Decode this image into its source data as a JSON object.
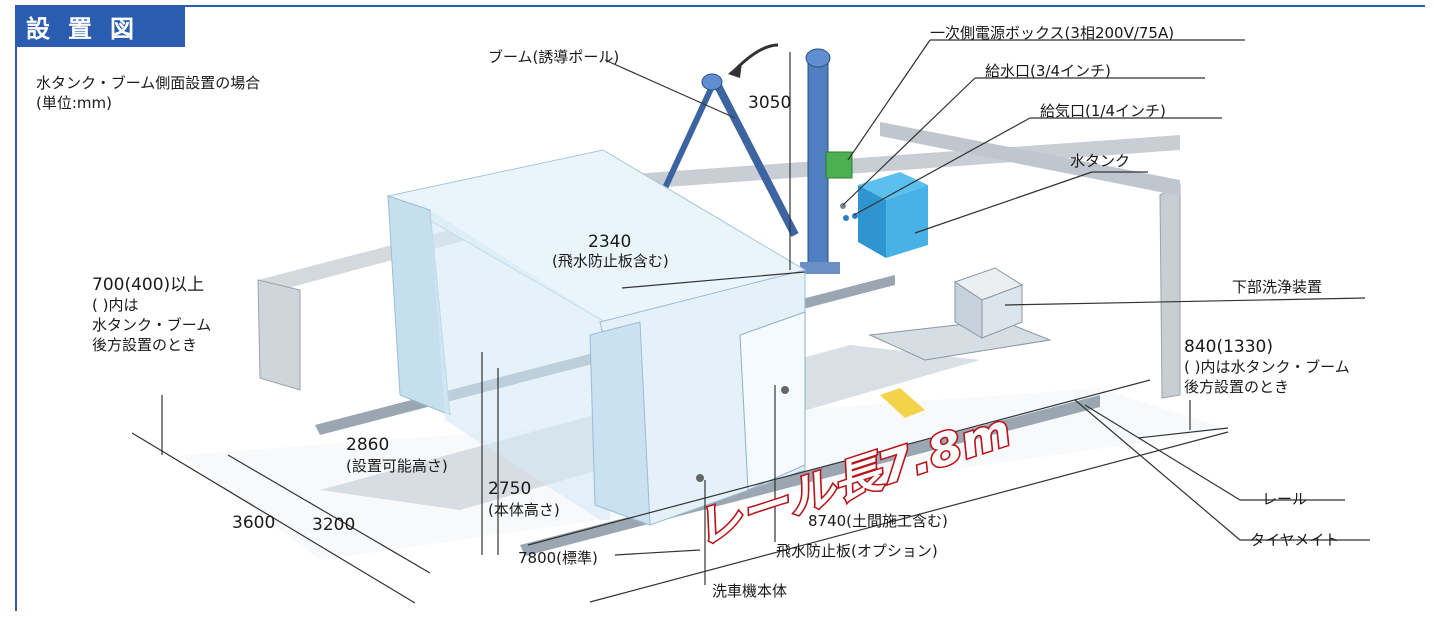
{
  "header": {
    "title": "設置図"
  },
  "notes": {
    "line1": "水タンク・ブーム側面設置の場合",
    "line2": "(単位:mm)"
  },
  "colors": {
    "accent": "#2a5db0",
    "machine": "#dbeef8",
    "pole": "#4f7fc0",
    "tank": "#3aa3dd",
    "badge": "#d9252b"
  },
  "labels": {
    "boom": "ブーム(誘導ポール)",
    "boom_height": "3050",
    "power_box": "一次側電源ボックス(3相200V/75A)",
    "water_inlet": "給水口(3/4インチ)",
    "air_inlet": "給気口(1/4インチ)",
    "water_tank": "水タンク",
    "under_wash": "下部洗浄装置",
    "width_value": "2340",
    "width_note": "(飛水防止板含む)",
    "left_clear_1": "700(400)以上",
    "left_clear_2": "(  )内は",
    "left_clear_3": "水タンク・ブーム",
    "left_clear_4": "後方設置のとき",
    "right_clear_1": "840(1330)",
    "right_clear_2": "(  )内は水タンク・ブーム",
    "right_clear_3": "後方設置のとき",
    "install_height_value": "2860",
    "install_height_note": "(設置可能高さ)",
    "body_height_value": "2750",
    "body_height_note": "(本体高さ)",
    "depth_outer": "3600",
    "depth_inner": "3200",
    "rail_std": "7800(標準)",
    "total_len": "8740(土間施工含む)",
    "splash_guard": "飛水防止板(オプション)",
    "machine_body": "洗車機本体",
    "rail": "レール",
    "tire_mate": "タイヤメイト",
    "badge": "レール長7.8m"
  }
}
